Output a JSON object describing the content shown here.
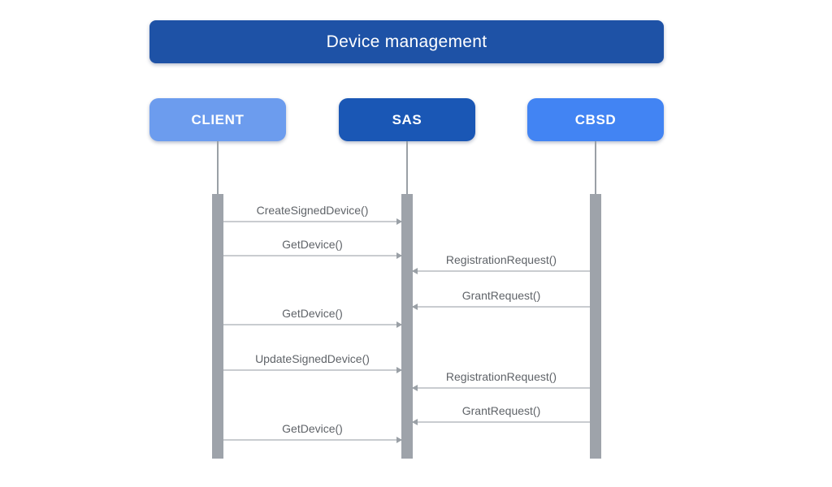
{
  "title": "Device management",
  "colors": {
    "title_bg": "#1E52A6",
    "client_bg": "#6C9CEE",
    "sas_bg": "#1A57B5",
    "cbsd_bg": "#4284F3",
    "bar": "#9EA3AA",
    "lifeline": "#9AA0A6",
    "line": "#C9CCD0",
    "head": "#9AA0A6",
    "label_text": "#5F6368"
  },
  "actors": [
    {
      "id": "client",
      "label": "CLIENT"
    },
    {
      "id": "sas",
      "label": "SAS"
    },
    {
      "id": "cbsd",
      "label": "CBSD"
    }
  ],
  "messages": [
    {
      "label": "CreateSignedDevice()",
      "from": "CLIENT",
      "to": "SAS"
    },
    {
      "label": "GetDevice()",
      "from": "CLIENT",
      "to": "SAS"
    },
    {
      "label": "RegistrationRequest()",
      "from": "CBSD",
      "to": "SAS"
    },
    {
      "label": "GrantRequest()",
      "from": "CBSD",
      "to": "SAS"
    },
    {
      "label": "GetDevice()",
      "from": "CLIENT",
      "to": "SAS"
    },
    {
      "label": "UpdateSignedDevice()",
      "from": "CLIENT",
      "to": "SAS"
    },
    {
      "label": "RegistrationRequest()",
      "from": "CBSD",
      "to": "SAS"
    },
    {
      "label": "GrantRequest()",
      "from": "CBSD",
      "to": "SAS"
    },
    {
      "label": "GetDevice()",
      "from": "CLIENT",
      "to": "SAS"
    }
  ]
}
